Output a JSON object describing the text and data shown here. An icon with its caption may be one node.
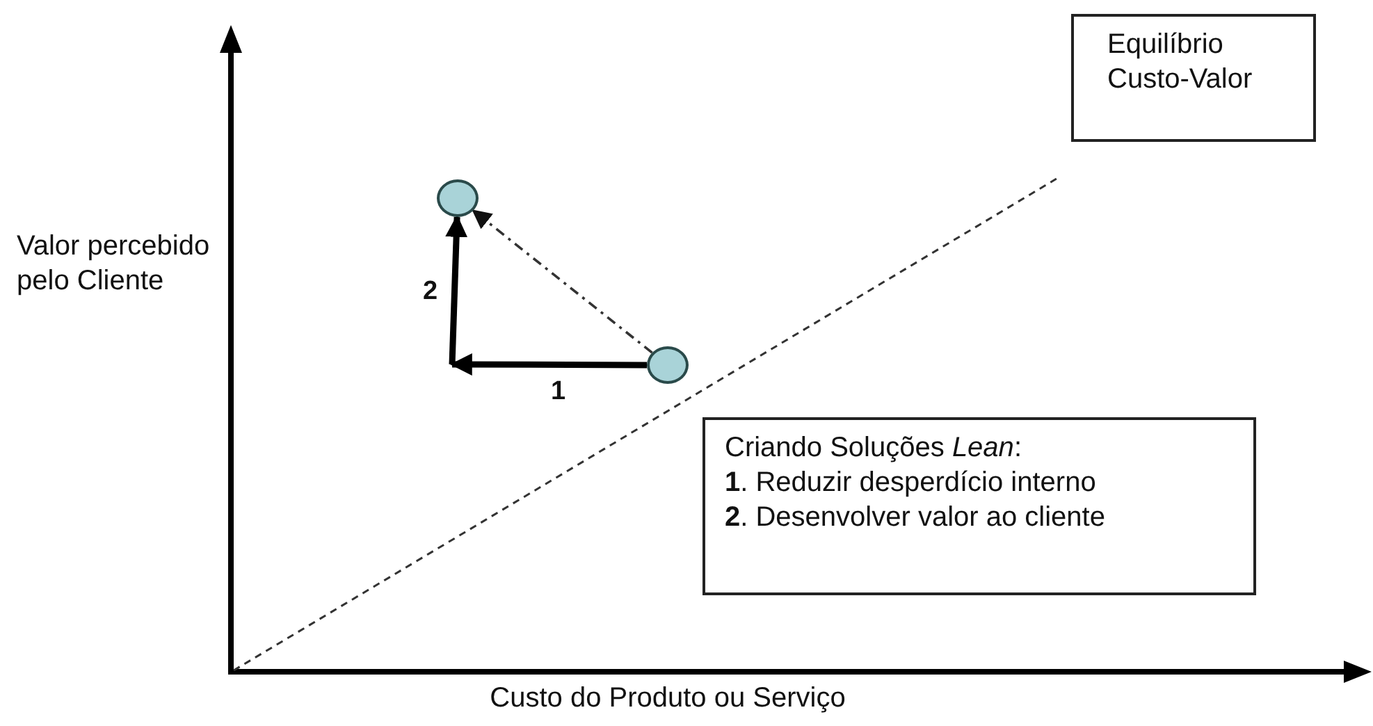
{
  "diagram": {
    "nodes": [
      {
        "text": [
          "Equilíbrio Custo-Valor"
        ]
      },
      {
        "text": [],
        "shape": "circle"
      },
      {
        "text": [],
        "shape": "circle"
      },
      {
        "text": [
          "Criando Soluções *Lean*:",
          "**1**. Reduzir desperdício interno",
          "**2**. Desenvolver valor ao cliente"
        ]
      }
    ],
    "edges": [
      {
        "from": 2,
        "to": null,
        "arrow": "to",
        "label": "1"
      },
      {
        "from": null,
        "to": 1,
        "arrow": "to",
        "label": "2"
      },
      {
        "from": 2,
        "to": 1,
        "arrow": "to",
        "style": "dashed"
      }
    ],
    "labels": [
      "Valor percebido pelo Cliente",
      "Custo do Produto ou Serviço"
    ]
  }
}
